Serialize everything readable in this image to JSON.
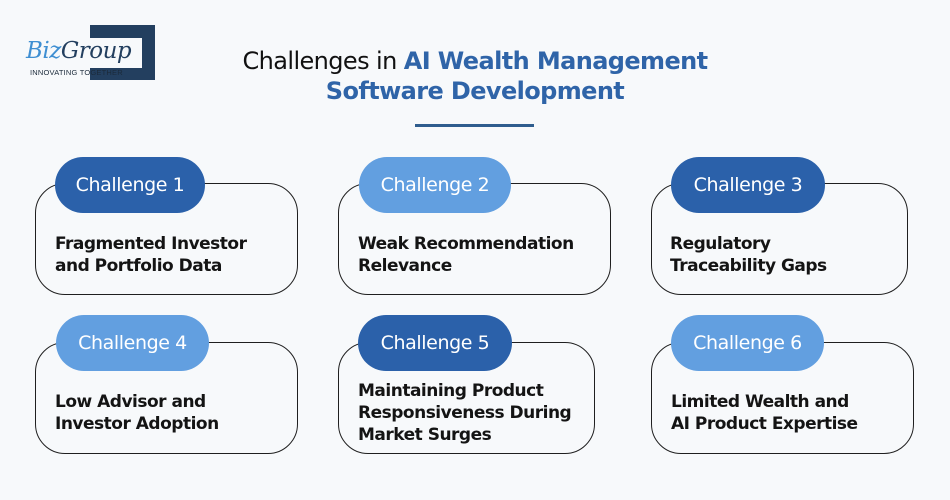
{
  "logo": {
    "brand_part1": "Biz",
    "brand_part2": "Group",
    "tagline": "INNOVATING TOGETHER",
    "colors": {
      "biz": "#3f8fd2",
      "group": "#233f5f",
      "bracket": "#233f5f"
    }
  },
  "header": {
    "title_plain": "Challenges in ",
    "title_accent_line1": "AI Wealth Management",
    "title_accent_line2": "Software Development",
    "accent_color": "#2f64a8",
    "rule_color": "#2f5d8e"
  },
  "colors": {
    "pill_dark": "#2b61aa",
    "pill_light": "#629fe0",
    "card_border": "#1f1f1f",
    "background": "#f7f9fb"
  },
  "challenges": [
    {
      "label": "Challenge 1",
      "style": "dark",
      "lines": [
        "Fragmented Investor",
        "and Portfolio Data"
      ]
    },
    {
      "label": "Challenge 2",
      "style": "light",
      "lines": [
        "Weak Recommendation",
        "Relevance"
      ]
    },
    {
      "label": "Challenge 3",
      "style": "dark",
      "lines": [
        "Regulatory",
        "Traceability Gaps"
      ]
    },
    {
      "label": "Challenge 4",
      "style": "light",
      "lines": [
        "Low Advisor and",
        "Investor Adoption"
      ]
    },
    {
      "label": "Challenge 5",
      "style": "dark",
      "lines": [
        "Maintaining Product",
        "Responsiveness During",
        "Market Surges"
      ]
    },
    {
      "label": "Challenge 6",
      "style": "light",
      "lines": [
        "Limited Wealth and",
        "AI Product Expertise"
      ]
    }
  ]
}
